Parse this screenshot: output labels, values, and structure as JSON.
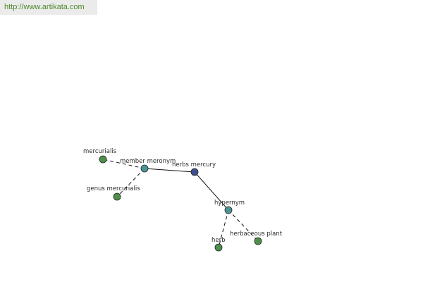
{
  "header": {
    "url_text": "http://www.artikata.com"
  },
  "diagram": {
    "nodes": [
      {
        "id": "herbs_mercury",
        "label": "herbs mercury",
        "kind": "focus",
        "color": "#3d4f8e"
      },
      {
        "id": "member_meronym",
        "label": "member meronym",
        "kind": "relation",
        "color": "#4d9595"
      },
      {
        "id": "hypernym",
        "label": "hypernym",
        "kind": "relation",
        "color": "#4d9595"
      },
      {
        "id": "mercurialis",
        "label": "mercurialis",
        "kind": "term",
        "color": "#4f8f4c"
      },
      {
        "id": "genus_mercurialis",
        "label": "genus mercurialis",
        "kind": "term",
        "color": "#4f8f4c"
      },
      {
        "id": "herb",
        "label": "herb",
        "kind": "term",
        "color": "#4f8f4c"
      },
      {
        "id": "herbaceous_plant",
        "label": "herbaceous plant",
        "kind": "term",
        "color": "#4f8f4c"
      }
    ],
    "edges": [
      {
        "from": "herbs_mercury",
        "to": "member_meronym",
        "style": "solid"
      },
      {
        "from": "herbs_mercury",
        "to": "hypernym",
        "style": "solid"
      },
      {
        "from": "member_meronym",
        "to": "mercurialis",
        "style": "dashed"
      },
      {
        "from": "member_meronym",
        "to": "genus_mercurialis",
        "style": "dashed"
      },
      {
        "from": "hypernym",
        "to": "herb",
        "style": "dashed"
      },
      {
        "from": "hypernym",
        "to": "herbaceous_plant",
        "style": "dashed"
      }
    ]
  }
}
